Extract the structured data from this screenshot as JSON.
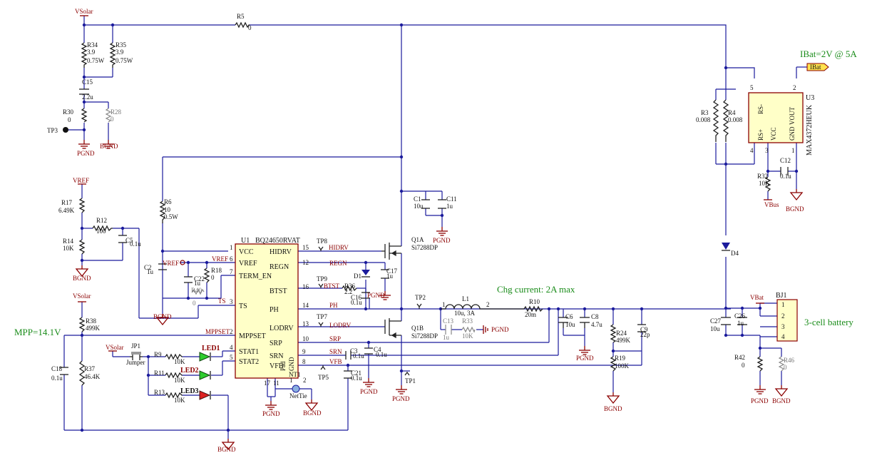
{
  "notes": {
    "ibat": "IBat=2V @ 5A",
    "chg": "Chg current: 2A max",
    "mpp": "MPP=14.1V",
    "battery": "3-cell battery"
  },
  "nets": {
    "vsolar_top": "VSolar",
    "vsolar_mid": "VSolar",
    "vsolar_jp": "VSolar",
    "vref_left": "VREF",
    "vref_ic": "VREF",
    "vref_net": "VREF",
    "vbat": "VBat",
    "vbus": "VBus",
    "ibat_port": "IBat",
    "ts": "TS",
    "mppset": "MPPSET",
    "hidrv": "HIDRV",
    "regn": "REGN",
    "btst": "BTST",
    "ph": "PH",
    "lodrv": "LODRV",
    "srp": "SRP",
    "srn": "SRN",
    "vfb": "VFB"
  },
  "grounds": {
    "pgnd_a": "PGND",
    "bgnd_a": "BGND",
    "bgnd_b": "BGND",
    "bgnd_c": "BGND",
    "pgnd_b": "PGND",
    "pgnd_c": "PGND",
    "pgnd_d": "PGND",
    "pgnd_e": "PGND",
    "pgnd_f": "PGND",
    "pgnd_g": "PGND",
    "bgnd_d": "BGND",
    "bgnd_e": "BGND",
    "bgnd_f": "BGND",
    "bgnd_g": "BGND",
    "pgnd_h": "PGND",
    "bgnd_h": "BGND",
    "bgnd_i": "BGND",
    "pgnd_inline": "PGND"
  },
  "ic_u1": {
    "ref": "U1",
    "part": "BQ24650RVAT",
    "pins_left": [
      {
        "num": "1",
        "name": "VCC"
      },
      {
        "num": "6",
        "name": "VREF"
      },
      {
        "num": "7",
        "name": "TERM_EN"
      },
      {
        "num": "3",
        "name": "TS"
      },
      {
        "num": "2",
        "name": "MPPSET"
      },
      {
        "num": "4",
        "name": "STAT1"
      },
      {
        "num": "5",
        "name": "STAT2"
      }
    ],
    "pins_right": [
      {
        "num": "15",
        "name": "HIDRV"
      },
      {
        "num": "12",
        "name": "REGN"
      },
      {
        "num": "16",
        "name": "BTST"
      },
      {
        "num": "14",
        "name": "PH"
      },
      {
        "num": "13",
        "name": "LODRV"
      },
      {
        "num": "10",
        "name": "SRP"
      },
      {
        "num": "9",
        "name": "SRN"
      },
      {
        "num": "8",
        "name": "VFB"
      }
    ],
    "pad_label": "Pad",
    "gnd_label": "GND",
    "pin17": "17",
    "pin11": "11"
  },
  "ic_u3": {
    "ref": "U3",
    "part": "MAX4372HEUK",
    "pin_rsm": "RS-",
    "pin_rsp": "RS+",
    "pin_vcc": "VCC",
    "pin_gnd": "GND",
    "pin_vout": "VOUT",
    "n5": "5",
    "n4": "4",
    "n3": "3",
    "n2": "2",
    "n1": "1"
  },
  "parts": {
    "R5": {
      "ref": "R5",
      "val": "0"
    },
    "R34": {
      "ref": "R34",
      "val": "3.9",
      "val2": "0.75W"
    },
    "R35": {
      "ref": "R35",
      "val": "3.9",
      "val2": "0.75W"
    },
    "C15": {
      "ref": "C15",
      "val": "2.2u"
    },
    "R30": {
      "ref": "R30",
      "val": "0"
    },
    "R28": {
      "ref": "R28",
      "val": "0"
    },
    "TP3": {
      "ref": "TP3"
    },
    "R3": {
      "ref": "R3",
      "val": "0.008"
    },
    "R4": {
      "ref": "R4",
      "val": "0.008"
    },
    "R32": {
      "ref": "R32",
      "val": "10K"
    },
    "C12": {
      "ref": "C12",
      "val": "0.1u"
    },
    "R17": {
      "ref": "R17",
      "val": "6.49K"
    },
    "R12": {
      "ref": "R12",
      "val": "100"
    },
    "R14": {
      "ref": "R14",
      "val": "10K"
    },
    "C5": {
      "ref": "C5",
      "val": "0.1u"
    },
    "R6": {
      "ref": "R6",
      "val": "10",
      "val2": "0.5W"
    },
    "C2": {
      "ref": "C2",
      "val": "1u"
    },
    "C22": {
      "ref": "C22",
      "val": "1u"
    },
    "R18": {
      "ref": "R18",
      "val": "0"
    },
    "R40": {
      "ref": "R40",
      "val": "0"
    },
    "C1": {
      "ref": "C1",
      "val": "10u"
    },
    "C11": {
      "ref": "C11",
      "val": "1u"
    },
    "Q1A": {
      "ref": "Q1A",
      "val": "Si7288DP"
    },
    "Q1B": {
      "ref": "Q1B",
      "val": "Si7288DP"
    },
    "D1": {
      "ref": "D1"
    },
    "C17": {
      "ref": "C17",
      "val": "1u"
    },
    "R36": {
      "ref": "R36",
      "val": "2.2"
    },
    "C16": {
      "ref": "C16",
      "val": "0.1u"
    },
    "TP8": {
      "ref": "TP8"
    },
    "TP9": {
      "ref": "TP9"
    },
    "TP7": {
      "ref": "TP7"
    },
    "TP2": {
      "ref": "TP2"
    },
    "TP1": {
      "ref": "TP1"
    },
    "TP5": {
      "ref": "TP5"
    },
    "L1": {
      "ref": "L1",
      "val": "10u, 3A",
      "n1": "1",
      "n2": "2"
    },
    "C13": {
      "ref": "C13",
      "val": "1u"
    },
    "R33": {
      "ref": "R33",
      "val": "10K"
    },
    "R10": {
      "ref": "R10",
      "val": "20m"
    },
    "C6": {
      "ref": "C6",
      "val": "10u"
    },
    "C8": {
      "ref": "C8",
      "val": "4.7u"
    },
    "R24": {
      "ref": "R24",
      "val": "499K"
    },
    "C9": {
      "ref": "C9",
      "val": "22p"
    },
    "R19": {
      "ref": "R19",
      "val": "100K"
    },
    "D4": {
      "ref": "D4"
    },
    "C27": {
      "ref": "C27",
      "val": "10u"
    },
    "C26": {
      "ref": "C26",
      "val": "1u"
    },
    "R42": {
      "ref": "R42",
      "val": "0"
    },
    "R46": {
      "ref": "R46",
      "val": "0"
    },
    "BJ1": {
      "ref": "BJ1",
      "p1": "1",
      "p2": "2",
      "p3": "3",
      "p4": "4"
    },
    "R38": {
      "ref": "R38",
      "val": "499K"
    },
    "R37": {
      "ref": "R37",
      "val": "46.4K"
    },
    "C18": {
      "ref": "C18",
      "val": "0.1u"
    },
    "JP1": {
      "ref": "JP1",
      "val": "Jumper"
    },
    "R9": {
      "ref": "R9",
      "val": "10K"
    },
    "R11": {
      "ref": "R11",
      "val": "10K"
    },
    "R13": {
      "ref": "R13",
      "val": "10K"
    },
    "LED1": {
      "ref": "LED1"
    },
    "LED2": {
      "ref": "LED2"
    },
    "LED3": {
      "ref": "LED3"
    },
    "C3": {
      "ref": "C3",
      "val": "0.1u"
    },
    "C4": {
      "ref": "C4",
      "val": "0.1u"
    },
    "C21": {
      "ref": "C21",
      "val": "0.1u"
    },
    "NT1": {
      "ref": "NT1",
      "val": "NetTie",
      "n1": "1",
      "n2": "2"
    }
  },
  "colors": {
    "wire": "#1b1b9c",
    "net_label": "#8b0000",
    "note": "#1a8c1a",
    "ic_fill": "#ffffc8"
  }
}
